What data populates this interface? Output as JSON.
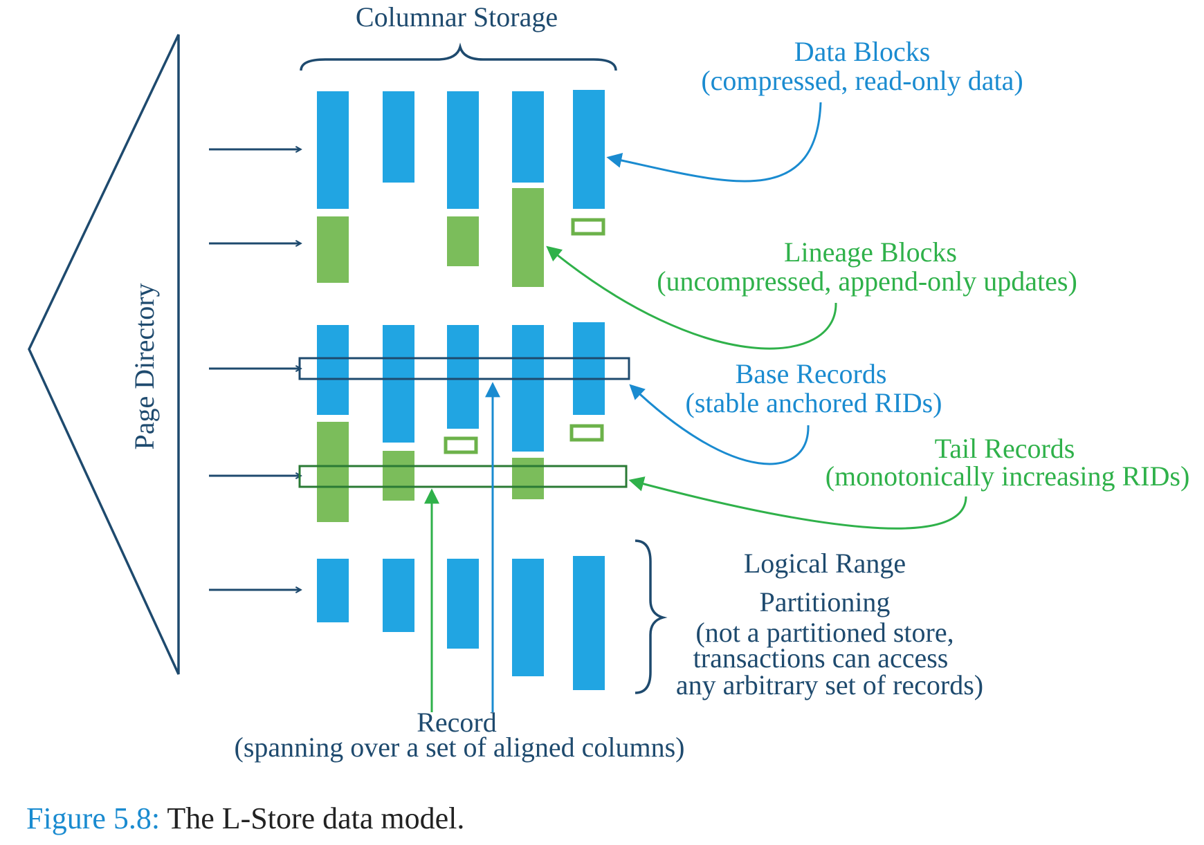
{
  "title": "Columnar Storage",
  "page_directory_label": "Page Directory",
  "labels": {
    "data_blocks": {
      "name": "Data Blocks",
      "desc": "(compressed, read-only data)"
    },
    "lineage_blocks": {
      "name": "Lineage Blocks",
      "desc": "(uncompressed, append-only updates)"
    },
    "base_records": {
      "name": "Base Records",
      "desc": "(stable anchored RIDs)"
    },
    "tail_records": {
      "name": "Tail Records",
      "desc": "(monotonically increasing RIDs)"
    },
    "logical_range": {
      "line1": "Logical Range",
      "line2": "Partitioning",
      "line3": "(not a partitioned store,",
      "line4": "transactions can access",
      "line5": "any arbitrary set of records)"
    },
    "record": {
      "name": "Record",
      "desc": "(spanning over a set of aligned columns)"
    }
  },
  "caption": {
    "label": "Figure 5.8:",
    "text": "The L-Store data model."
  },
  "colors": {
    "dark": "#1e4a6e",
    "blue": "#1a8bd0",
    "green": "#2fb14a",
    "block_blue": "#21a5e2",
    "block_green": "#7bbd5b"
  }
}
